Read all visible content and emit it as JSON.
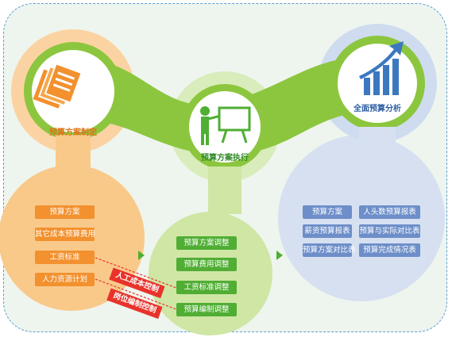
{
  "phases": [
    {
      "id": "plan",
      "title": "预算方案制定",
      "icon": "document-stack-icon",
      "color": "#f2912e"
    },
    {
      "id": "exec",
      "title": "预算方案执行",
      "icon": "presentation-board-icon",
      "color": "#4fae33"
    },
    {
      "id": "analysis",
      "title": "全面预算分析",
      "icon": "growth-chart-icon",
      "color": "#3b78c0"
    }
  ],
  "plan_items": [
    "预算方案",
    "其它成本预算费用",
    "工资标准",
    "人力资源计划"
  ],
  "exec_items": [
    "预算方案调整",
    "预算费用调整",
    "工资标准调整",
    "预算编制调整"
  ],
  "analysis_items": [
    "预算方案",
    "人头数预算报表",
    "薪资预算报表",
    "预算与实际对比表",
    "预算方案对比表",
    "预算完成情况表"
  ],
  "controls": [
    "人工成本控制",
    "岗位编制控制"
  ],
  "colors": {
    "orange": "#f2912e",
    "green": "#4fae33",
    "blue": "#3b78c0",
    "red": "#e8332b"
  }
}
